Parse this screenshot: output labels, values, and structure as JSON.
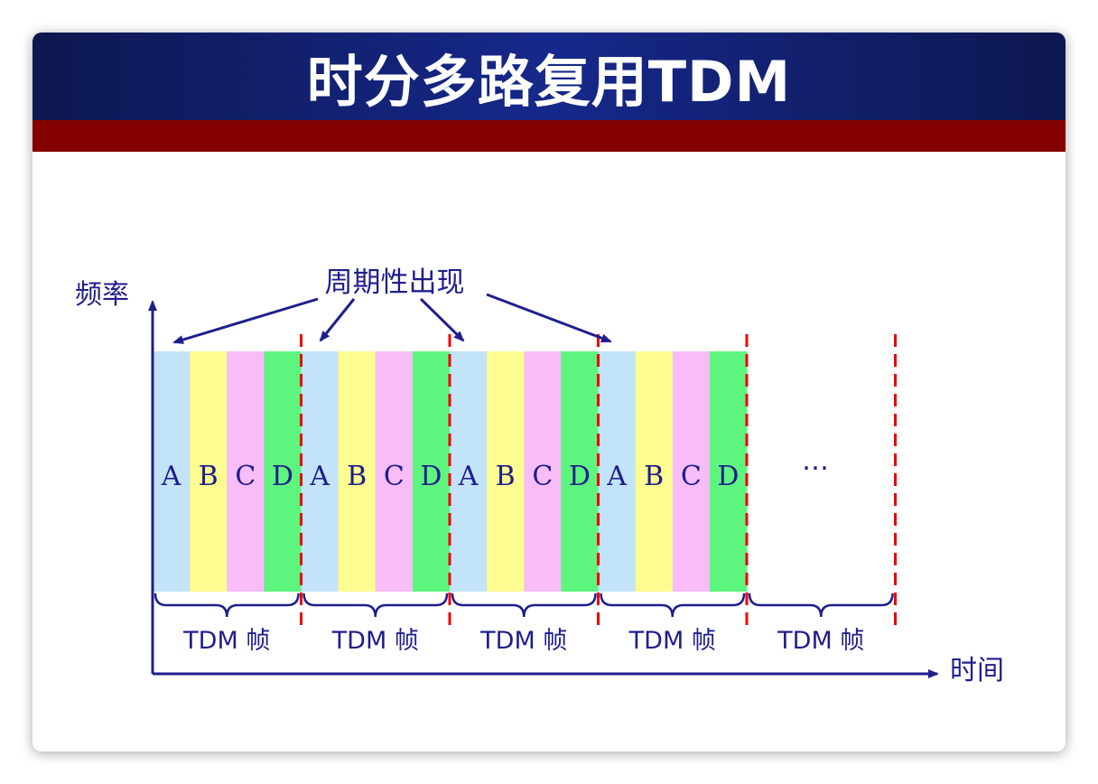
{
  "title": "时分多路复用TDM",
  "annotation": "周期性出现",
  "axes": {
    "y_label": "频率",
    "x_label": "时间"
  },
  "slots": [
    "A",
    "B",
    "C",
    "D"
  ],
  "slot_colors": [
    "#c3e3f8",
    "#fcfc90",
    "#f8bcf8",
    "#5ef57e"
  ],
  "ellipsis": "…",
  "frames": [
    {
      "label": "TDM 帧"
    },
    {
      "label": "TDM 帧"
    },
    {
      "label": "TDM 帧"
    },
    {
      "label": "TDM 帧"
    },
    {
      "label": "TDM 帧"
    }
  ],
  "colors": {
    "text": "#1e1e8c",
    "divider": "#ee0000",
    "title_bg": "#16288a",
    "accent_bar": "#840000"
  }
}
